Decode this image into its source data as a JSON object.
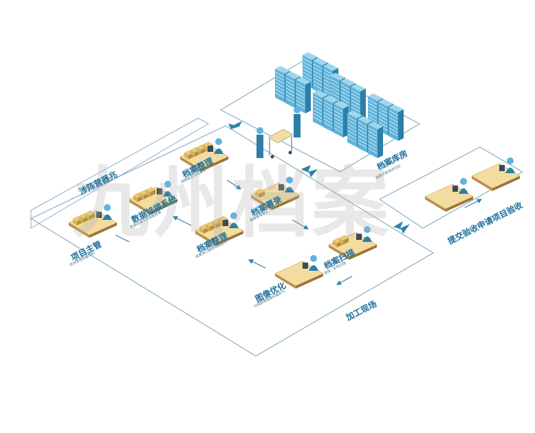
{
  "watermark": "九州档案",
  "zones": {
    "archive_room": "档案库房",
    "processing_site": "加工现场",
    "project_acceptance": "提交验收申请项目验收",
    "third_zone": "涉阵营器兆"
  },
  "steps": {
    "archive_sorting_top": {
      "title": "档案整理",
      "desc": "档案鉴定分类编号..."
    },
    "archive_entry": {
      "title": "档案著录",
      "desc": "档案著录导入"
    },
    "data_mount": {
      "title": "数据挂接系统",
      "desc": "数据挂接上传档案数据"
    },
    "archive_sorting_mid": {
      "title": "档案整理",
      "desc": "档案装订整理档案盒号..."
    },
    "archive_scan": {
      "title": "档案扫描",
      "desc": "高拍、彩色扫描"
    },
    "project_lead": {
      "title": "项目主管",
      "desc": "项目管理质量控制"
    },
    "image_optimize": {
      "title": "图像优化",
      "desc": "扫描图像图像纠偏去污"
    },
    "archive_room_desc": "档案交接清点归还"
  },
  "colors": {
    "accent": "#1e6f9a",
    "line": "#8aaec4",
    "arrow": "#2f7fb0",
    "server": "#5fb3d9",
    "server_dark": "#2b7fa8",
    "box": "#d8b25a",
    "desk": "#f2dca0"
  }
}
